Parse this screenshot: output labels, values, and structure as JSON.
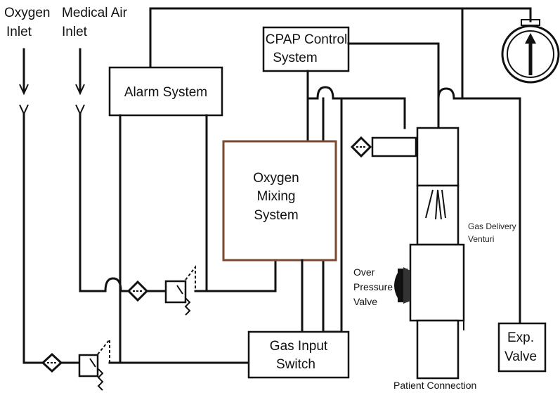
{
  "labels": {
    "oxygen_inlet_1": "Oxygen",
    "oxygen_inlet_2": "Inlet",
    "medical_air_1": "Medical Air",
    "medical_air_2": "Inlet",
    "alarm_system": "Alarm System",
    "cpap_1": "CPAP Control",
    "cpap_2": "System",
    "mixing_1": "Oxygen",
    "mixing_2": "Mixing",
    "mixing_3": "System",
    "gas_delivery_1": "Gas Delivery",
    "gas_delivery_2": "Venturi",
    "over_pressure_1": "Over",
    "over_pressure_2": "Pressure",
    "over_pressure_3": "Valve",
    "gas_input_1": "Gas Input",
    "gas_input_2": "Switch",
    "exp_valve_1": "Exp.",
    "exp_valve_2": "Valve",
    "patient_connection": "Patient Connection"
  },
  "icons": {
    "gauge": "pressure-gauge-icon",
    "filter": "filter-diamond-icon",
    "regulator": "pressure-regulator-icon"
  },
  "colors": {
    "line": "#111111",
    "mixing_border": "#7a4a30"
  }
}
